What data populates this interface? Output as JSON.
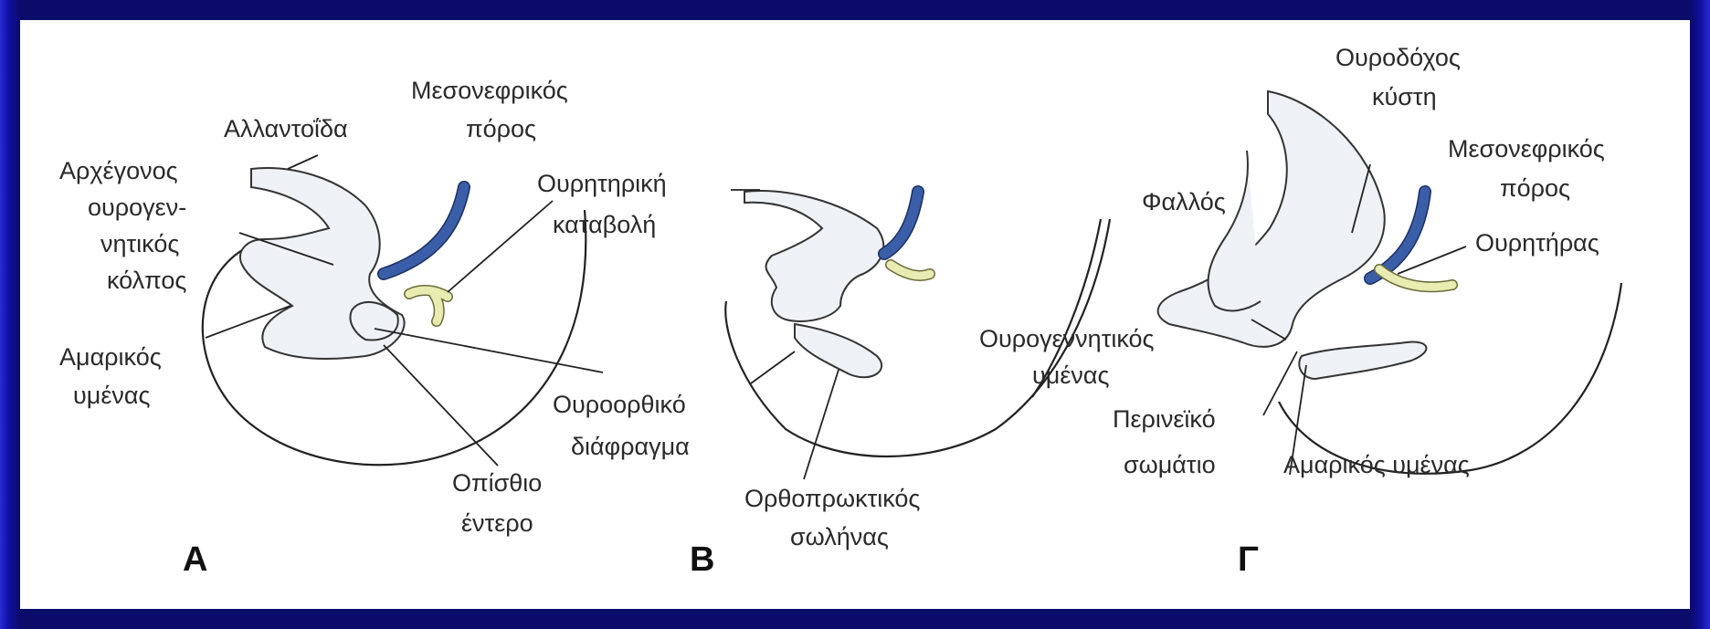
{
  "panels": {
    "a": {
      "letter": "A",
      "labels": {
        "allantois": "Αλλαντοΐδα",
        "mesonephric_1": "Μεσονεφρικός",
        "mesonephric_2": "πόρος",
        "primitive_1": "Αρχέγονος",
        "primitive_2": "ουρογεν-",
        "primitive_3": "νητικός",
        "primitive_4": "κόλπος",
        "ureteric_bud_1": "Ουρητηρική",
        "ureteric_bud_2": "καταβολή",
        "cloacal_1": "Αμαρικός",
        "cloacal_2": "υμένας",
        "urorectal_1": "Ουροορθικό",
        "urorectal_2": "διάφραγμα",
        "hindgut_1": "Οπίσθιο",
        "hindgut_2": "έντερο"
      }
    },
    "b": {
      "letter": "B",
      "labels": {
        "anorectal_1": "Ορθοπρωκτικός",
        "anorectal_2": "σωλήνας"
      }
    },
    "c": {
      "letter": "Γ",
      "labels": {
        "bladder_1": "Ουροδόχος",
        "bladder_2": "κύστη",
        "mesonephric_1": "Μεσονεφρικός",
        "mesonephric_2": "πόρος",
        "phallus": "Φαλλός",
        "ureter": "Ουρητήρας",
        "urogenital_1": "Ουρογεννητικός",
        "urogenital_2": "υμένας",
        "perineal_1": "Περινεϊκό",
        "perineal_2": "σωμάτιο",
        "anal_membrane": "Αμαρικός υμένας"
      }
    }
  },
  "colors": {
    "frame": "#0b0b6a",
    "background": "#ffffff",
    "mesonephric_duct": "#3a5ea8",
    "ureter": "#e8ecb0",
    "tissue": "#eef1f6"
  }
}
